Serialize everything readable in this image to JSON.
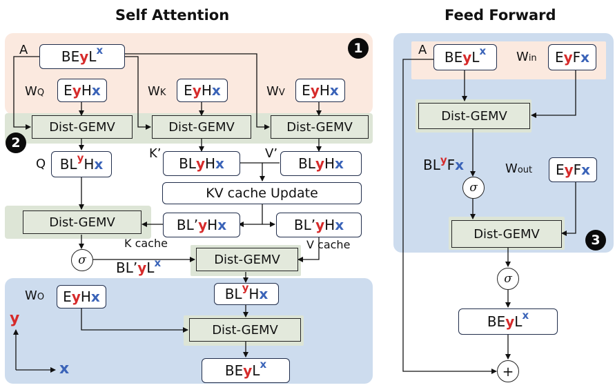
{
  "titles": {
    "self_attention": "Self Attention",
    "feed_forward": "Feed Forward"
  },
  "badges": {
    "one": "1",
    "two": "2",
    "three": "3"
  },
  "ops": {
    "gemv": "Dist-GEMV",
    "kv_update": "KV cache Update",
    "sigma": "σ",
    "plus": "+"
  },
  "labels": {
    "A": "A",
    "Q": "Q",
    "Kp": "K’",
    "Vp": "V’",
    "WQ": "W",
    "WQ_sub": "Q",
    "WK": "W",
    "WK_sub": "K",
    "WV": "W",
    "WV_sub": "V",
    "WO": "W",
    "WO_sub": "O",
    "K_cache": "K cache",
    "V_cache": "V cache",
    "Win": "W",
    "Win_sub": "in",
    "Wout": "W",
    "Wout_sub": "out",
    "axis_y": "y",
    "axis_x": "x"
  },
  "tensors": {
    "BEyLx": [
      "BE",
      "y",
      "L",
      "x"
    ],
    "EyHx": [
      "E",
      "y",
      "H",
      "x"
    ],
    "BLyHx": [
      "BL",
      "y",
      "H",
      "x"
    ],
    "BLpyHx": [
      "BL’",
      "y",
      "H",
      "x"
    ],
    "BLpyLx": [
      "BL’",
      "y",
      "L",
      "x"
    ],
    "EyFx": [
      "E",
      "y",
      "F",
      "x"
    ],
    "BLyFx": [
      "BL",
      "y",
      "F",
      "x"
    ]
  },
  "colors": {
    "attn_region": "#fbe9df",
    "blue_region": "#cddcee",
    "green_region": "#dde5d6",
    "gemv_fill": "#e3e9dc",
    "red": "#d62b2b",
    "blue": "#3a63b8"
  }
}
